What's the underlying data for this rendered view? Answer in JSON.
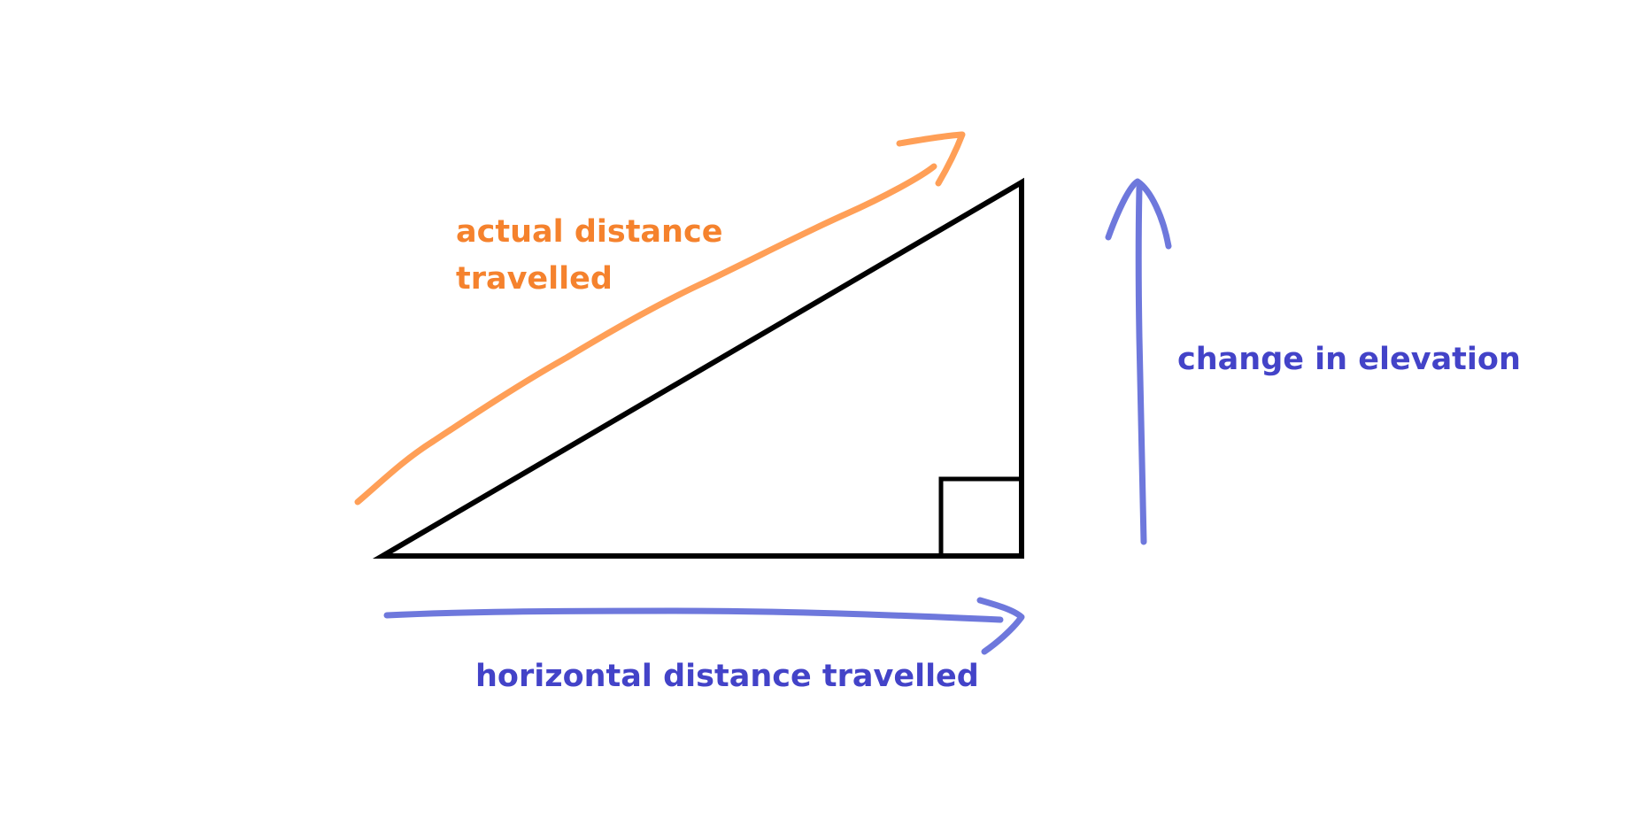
{
  "labels": {
    "actual_distance": "actual distance travelled",
    "change_in_elevation": "change in elevation",
    "horizontal_distance": "horizontal distance travelled"
  },
  "colors": {
    "triangle": "#000000",
    "actual_arrow": "#ff9f57",
    "actual_text": "#f5822d",
    "blue_arrow": "#6e78dc",
    "blue_text": "#4343c8"
  },
  "icons": {
    "right_angle": "right-angle-marker-icon",
    "actual_arrow": "arrow-up-right-icon",
    "elevation_arrow": "arrow-up-icon",
    "horizontal_arrow": "arrow-right-icon"
  }
}
